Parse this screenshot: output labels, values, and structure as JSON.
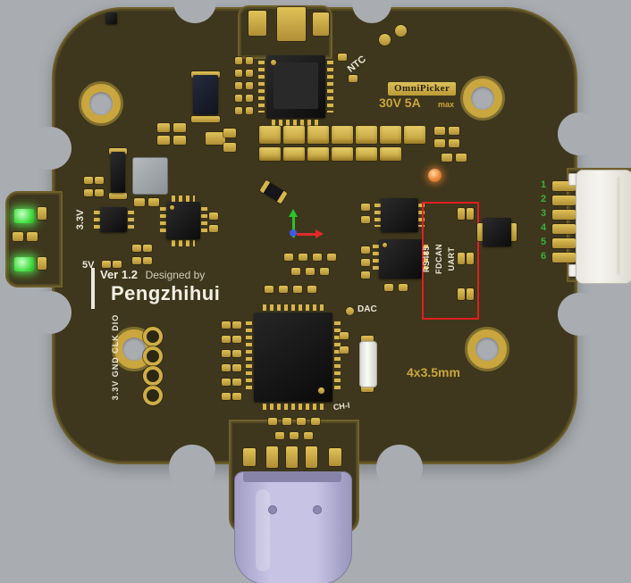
{
  "colors": {
    "background": "#a9adb1",
    "board": "#3e371d",
    "board_edge": "#6e5f2b",
    "gold_pad": "#c9a63e",
    "silkscreen": "#ece7d8",
    "red_highlight": "#e01f1f",
    "green_led": "#49e049",
    "green_pin_numbers": "#3fae3f",
    "orange_led": "#e8863a",
    "usb_shell": "#c7c3e4",
    "connector_housing": "#f6f4ef",
    "chip_black": "#0c0c0c"
  },
  "silkscreen": {
    "ntc": "NTC",
    "badge": "OmniPicker",
    "rating": "30V 5A",
    "rating_max": "max",
    "rail_3v3": "3.3V",
    "rail_5v": "5V",
    "version": "Ver 1.2",
    "designed_by": "Designed by",
    "designer": "Pengzhihui",
    "bus1": "RS485",
    "bus2": "FDCAN",
    "bus3": "UART",
    "dac": "DAC",
    "ch_i": "CH-I",
    "hole_spec": "4x3.5mm",
    "debug_header": "3.3V GND CLK DIO"
  },
  "connector": {
    "pins": [
      "1",
      "2",
      "3",
      "4",
      "5",
      "6"
    ]
  }
}
